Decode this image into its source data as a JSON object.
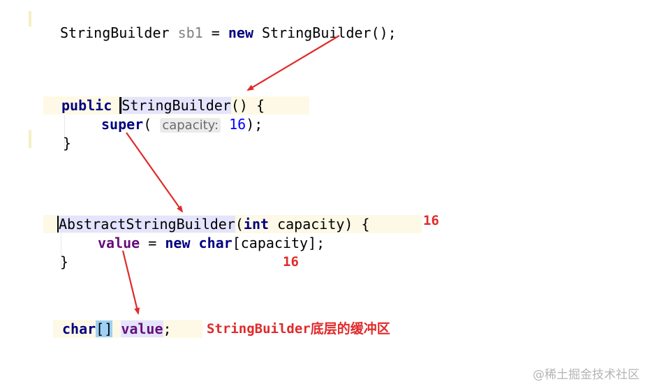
{
  "block1": {
    "type1": "StringBuilder",
    "var": "sb1",
    "eq": "=",
    "kw_new": "new",
    "ctor_call": "StringBuilder",
    "tail": "();"
  },
  "block2": {
    "kw_public": "public",
    "ctor": "StringBuilder",
    "paren": "()",
    "brace_open": "{",
    "kw_super": "super",
    "open_paren": "(",
    "hint_label": "capacity:",
    "arg": "16",
    "close": ");",
    "brace_close": "}"
  },
  "block3": {
    "ctor": "AbstractStringBuilder",
    "open_paren": "(",
    "kw_int": "int",
    "param": "capacity",
    "close_paren": ")",
    "brace_open": "{",
    "field": "value",
    "eq": "=",
    "kw_new": "new",
    "kw_char": "char",
    "array_expr": "[capacity];",
    "brace_close": "}"
  },
  "block4": {
    "kw_char": "char",
    "brackets": "[]",
    "field": "value",
    "semi": ";"
  },
  "annotations": {
    "ann_16_top": "16",
    "ann_16_bottom": "16",
    "buffer_note": "StringBuilder底层的缓冲区"
  },
  "watermark": "@稀土掘金技术社区",
  "colors": {
    "arrow": "#e02a2a",
    "keyword": "#000080",
    "field": "#660e7a",
    "number": "#0000ff"
  }
}
